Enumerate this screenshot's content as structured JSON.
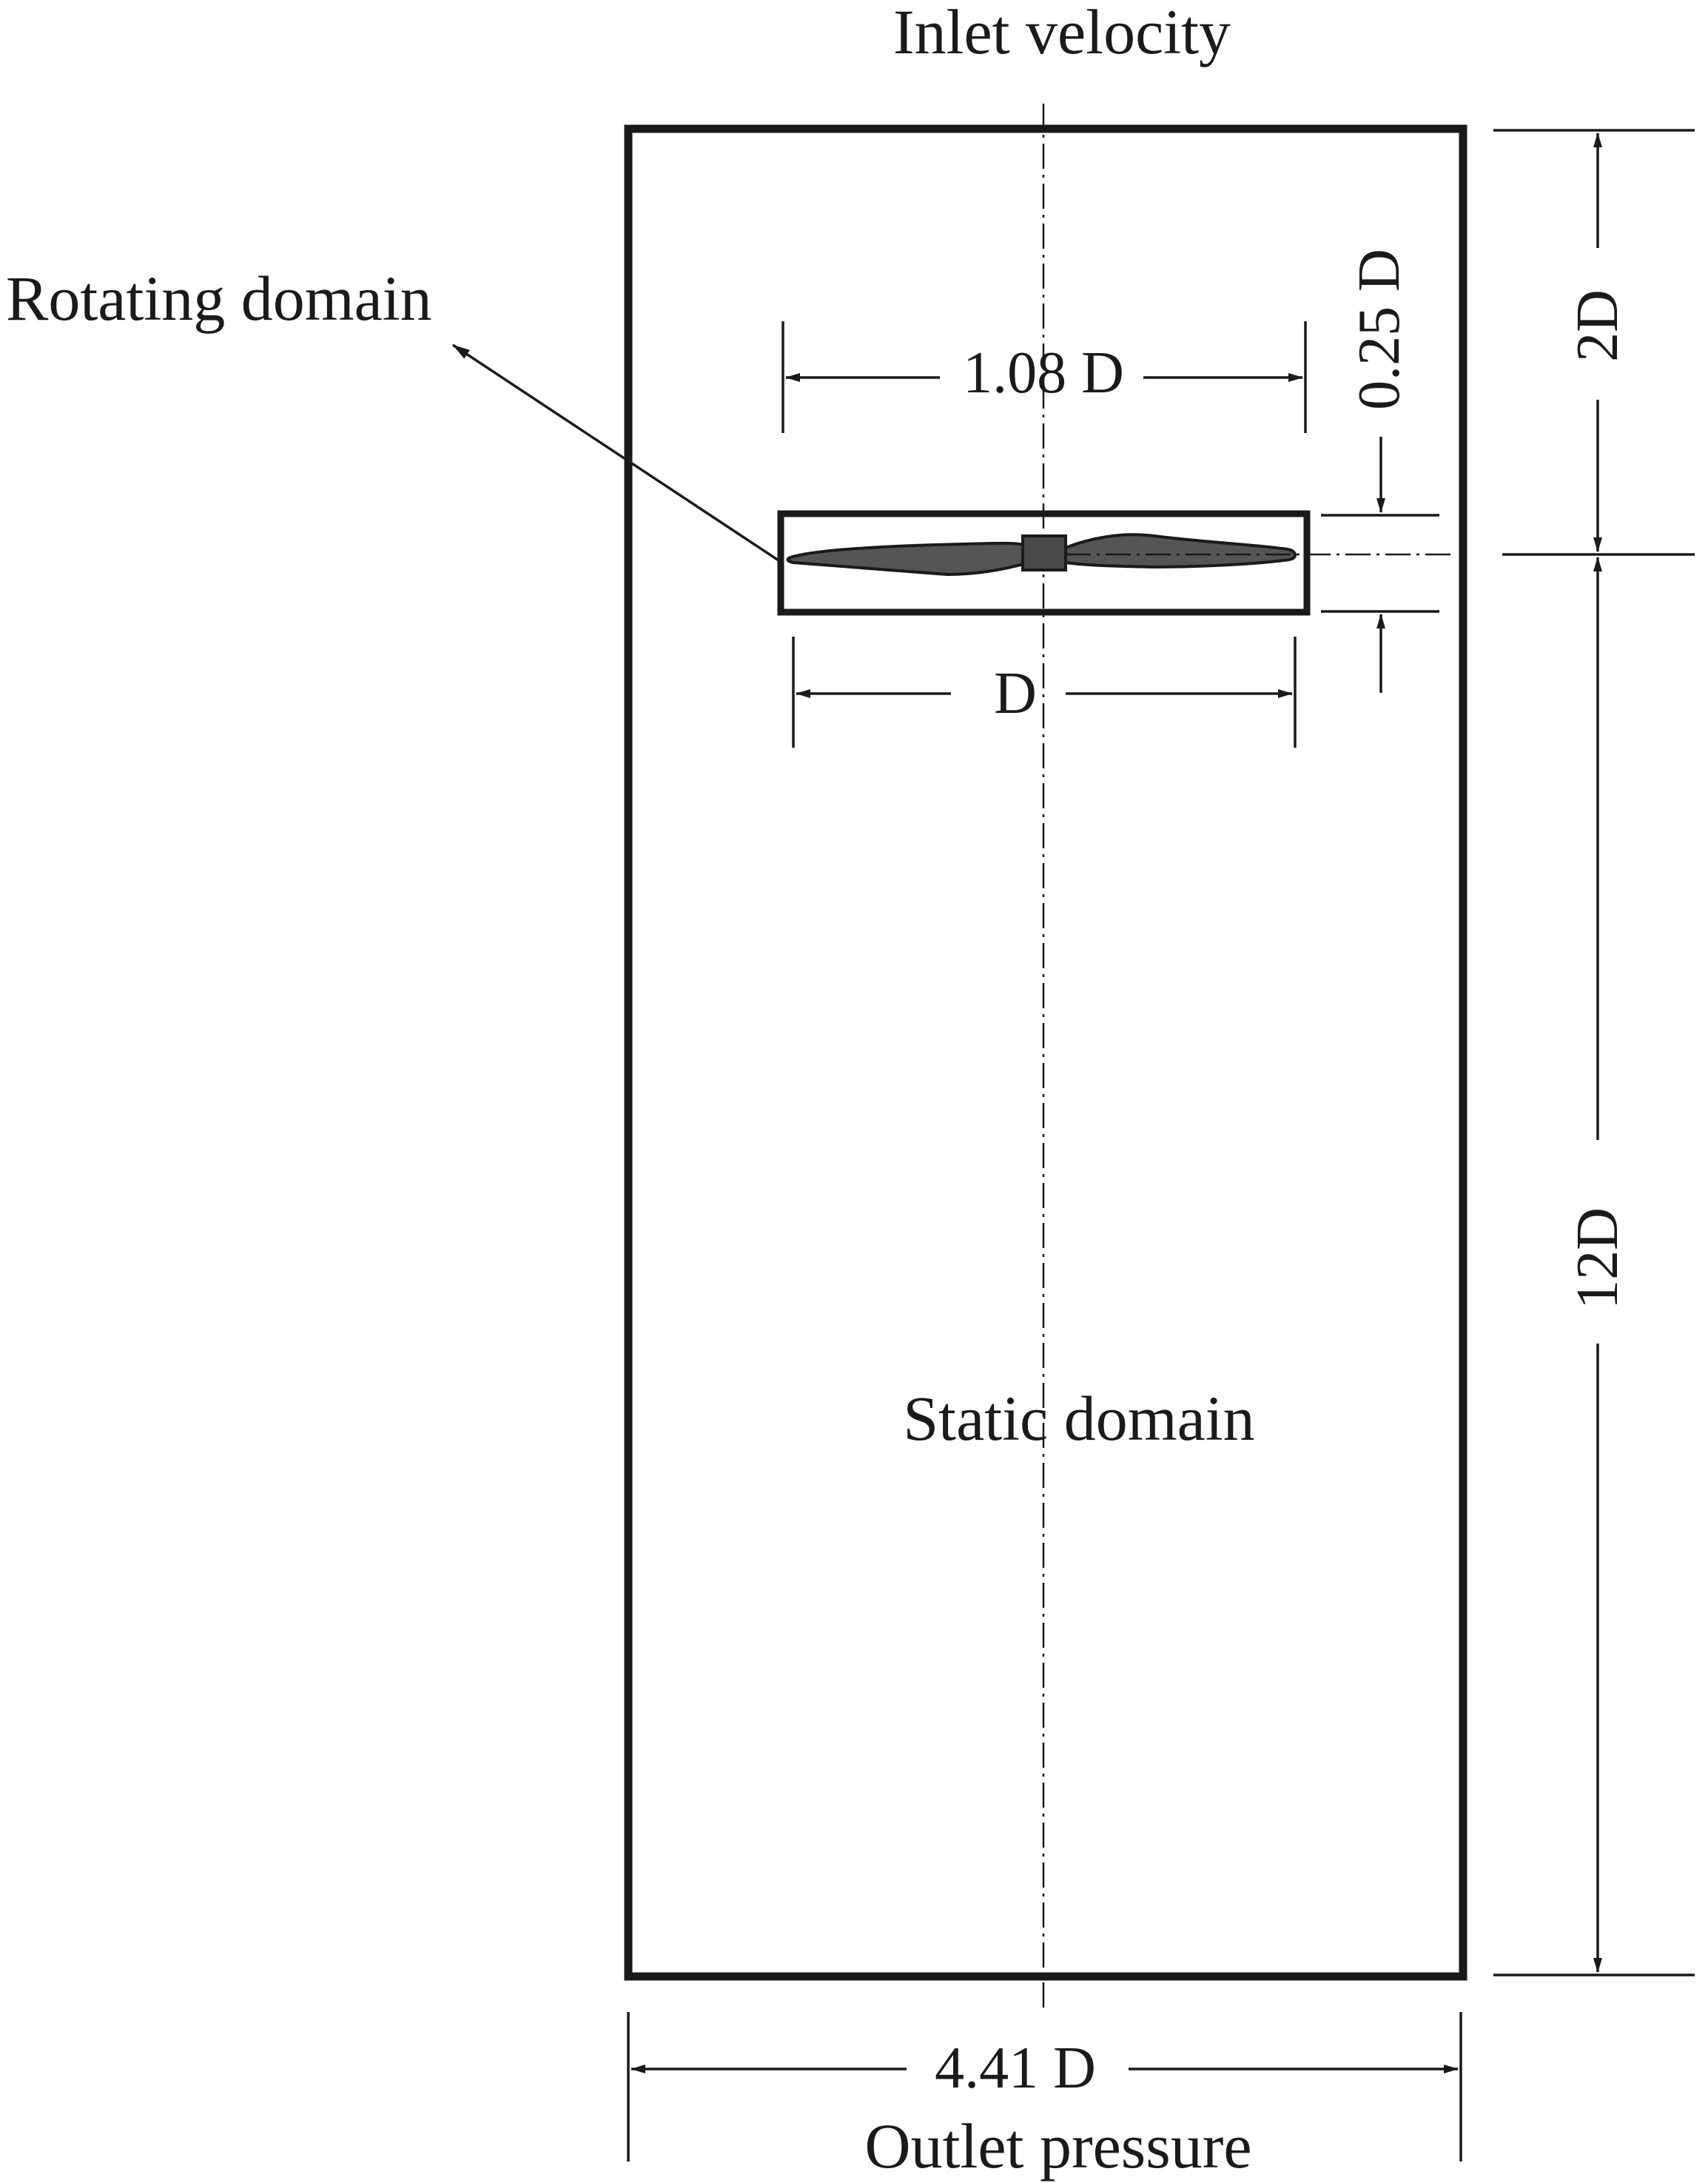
{
  "labels": {
    "inlet": "Inlet velocity",
    "outlet": "Outlet pressure",
    "rotating_domain": "Rotating  domain",
    "static_domain": "Static  domain"
  },
  "dimensions": {
    "rotating_domain_width": "1.08 D",
    "rotor_diameter": "D",
    "rotating_domain_thickness": "0.25 D",
    "upstream_length": "2D",
    "downstream_length": "12D",
    "domain_width": "4.41 D"
  },
  "colors": {
    "line": "#1a1a1a",
    "blade_fill": "#555555",
    "hub_fill": "#4a4a4a",
    "background": "#ffffff"
  }
}
